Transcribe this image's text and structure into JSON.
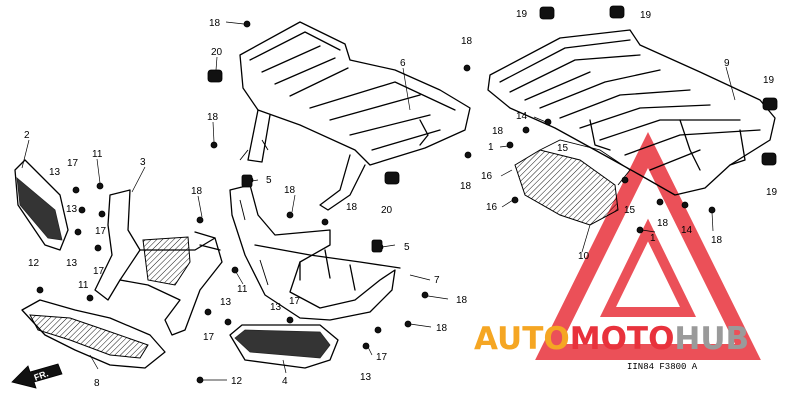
{
  "diagram_code": "IIN84 F3800 A",
  "fr_label": "FR.",
  "watermark": {
    "part1": "AUTO",
    "part2": "MOTO",
    "part3": "HUB",
    "colors": {
      "orange": "#f5a623",
      "red": "#e8323c",
      "gray": "#9a9a9a"
    }
  },
  "callouts": [
    {
      "label": "18"
    },
    {
      "label": "20"
    },
    {
      "label": "6"
    },
    {
      "label": "18"
    },
    {
      "label": "2"
    },
    {
      "label": "13"
    },
    {
      "label": "17"
    },
    {
      "label": "11"
    },
    {
      "label": "3"
    },
    {
      "label": "13"
    },
    {
      "label": "17"
    },
    {
      "label": "13"
    },
    {
      "label": "17"
    },
    {
      "label": "12"
    },
    {
      "label": "11"
    },
    {
      "label": "5"
    },
    {
      "label": "18"
    },
    {
      "label": "18"
    },
    {
      "label": "18"
    },
    {
      "label": "20"
    },
    {
      "label": "5"
    },
    {
      "label": "11"
    },
    {
      "label": "7"
    },
    {
      "label": "18"
    },
    {
      "label": "18"
    },
    {
      "label": "13"
    },
    {
      "label": "17"
    },
    {
      "label": "13"
    },
    {
      "label": "17"
    },
    {
      "label": "8"
    },
    {
      "label": "12"
    },
    {
      "label": "4"
    },
    {
      "label": "13"
    },
    {
      "label": "17"
    },
    {
      "label": "19"
    },
    {
      "label": "19"
    },
    {
      "label": "18"
    },
    {
      "label": "9"
    },
    {
      "label": "19"
    },
    {
      "label": "14"
    },
    {
      "label": "18"
    },
    {
      "label": "1"
    },
    {
      "label": "15"
    },
    {
      "label": "16"
    },
    {
      "label": "19"
    },
    {
      "label": "18"
    },
    {
      "label": "16"
    },
    {
      "label": "15"
    },
    {
      "label": "18"
    },
    {
      "label": "14"
    },
    {
      "label": "18"
    },
    {
      "label": "1"
    },
    {
      "label": "10"
    }
  ]
}
